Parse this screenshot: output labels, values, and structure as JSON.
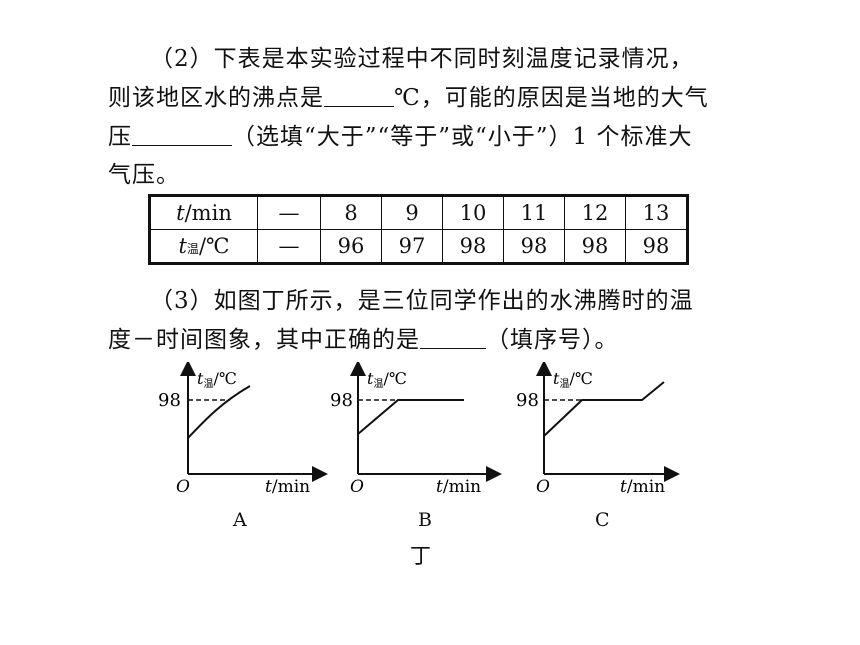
{
  "question2": {
    "line1": "（2）下表是本实验过程中不同时刻温度记录情况，",
    "line2_a": "则该地区水的沸点是",
    "line2_b": "℃，可能的原因是当地的大气",
    "line3_a": "压",
    "line3_b": "（选填“大于”“等于”或“小于”）1 个标准大",
    "line4": "气压。"
  },
  "table": {
    "row1_header_var": "t",
    "row1_header_unit": "/min",
    "row2_header_var": "t",
    "row2_header_sub": "温",
    "row2_header_unit": "/℃",
    "row1": [
      "—",
      "8",
      "9",
      "10",
      "11",
      "12",
      "13"
    ],
    "row2": [
      "—",
      "96",
      "97",
      "98",
      "98",
      "98",
      "98"
    ]
  },
  "question3": {
    "line1": "（3）如图丁所示，是三位同学作出的水沸腾时的温",
    "line2_a": "度－时间图象，其中正确的是",
    "line2_b": "（填序号）。"
  },
  "graphs": {
    "y_var": "t",
    "y_sub": "温",
    "y_unit": "/℃",
    "y_value": "98",
    "origin": "O",
    "x_var": "t",
    "x_unit": "/min",
    "labels": [
      "A",
      "B",
      "C"
    ],
    "figure_caption": "丁"
  }
}
